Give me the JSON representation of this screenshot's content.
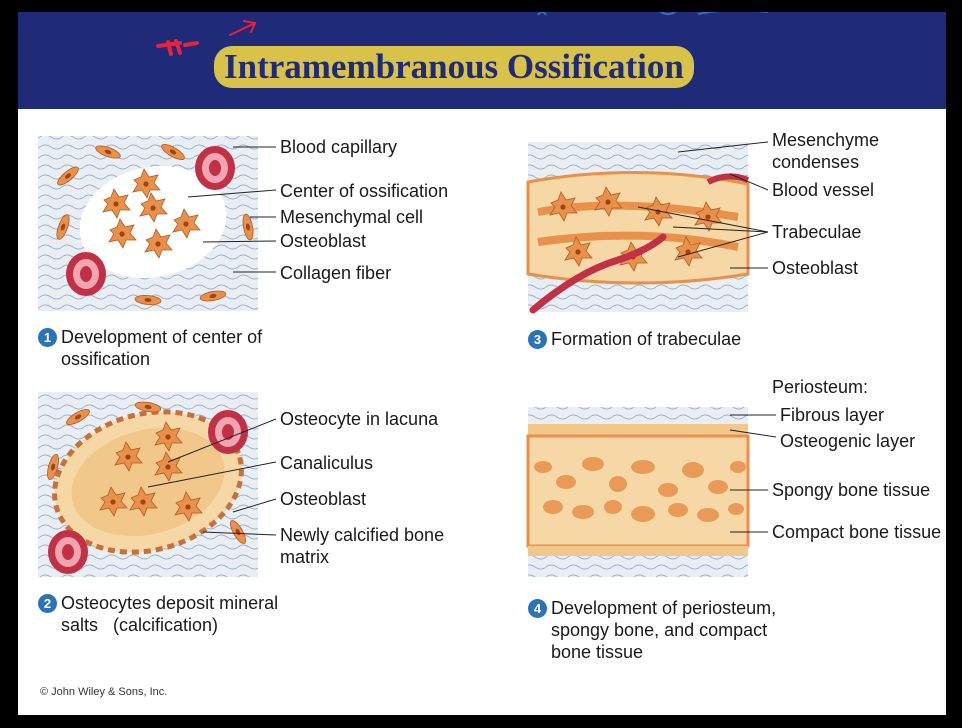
{
  "title": "Intramembranous Ossification",
  "panels": [
    {
      "number": "1",
      "caption": "Development of center of ossification",
      "labels": [
        "Blood capillary",
        "Center of ossification",
        "Mesenchymal cell",
        "Osteoblast",
        "Collagen fiber"
      ]
    },
    {
      "number": "2",
      "caption": "Osteocytes deposit mineral salts   (calcification)",
      "labels": [
        "Osteocyte in lacuna",
        "Canaliculus",
        "Osteoblast",
        "Newly calcified bone matrix"
      ]
    },
    {
      "number": "3",
      "caption": "Formation of trabeculae",
      "labels": [
        "Mesenchyme condenses",
        "Blood vessel",
        "Trabeculae",
        "Osteoblast"
      ]
    },
    {
      "number": "4",
      "caption": "Development of periosteum, spongy bone, and compact bone tissue",
      "labels": [
        "Periosteum:",
        "Fibrous layer",
        "Osteogenic layer",
        "Spongy bone tissue",
        "Compact bone tissue"
      ]
    }
  ],
  "copyright": "© John Wiley & Sons, Inc.",
  "colors": {
    "header": "#1f2a78",
    "title_highlight": "#d9c24a",
    "number_badge": "#2a73b8",
    "cell": "#e9904a",
    "bone_matrix": "#f6d7a6",
    "blood": "#c23045"
  }
}
